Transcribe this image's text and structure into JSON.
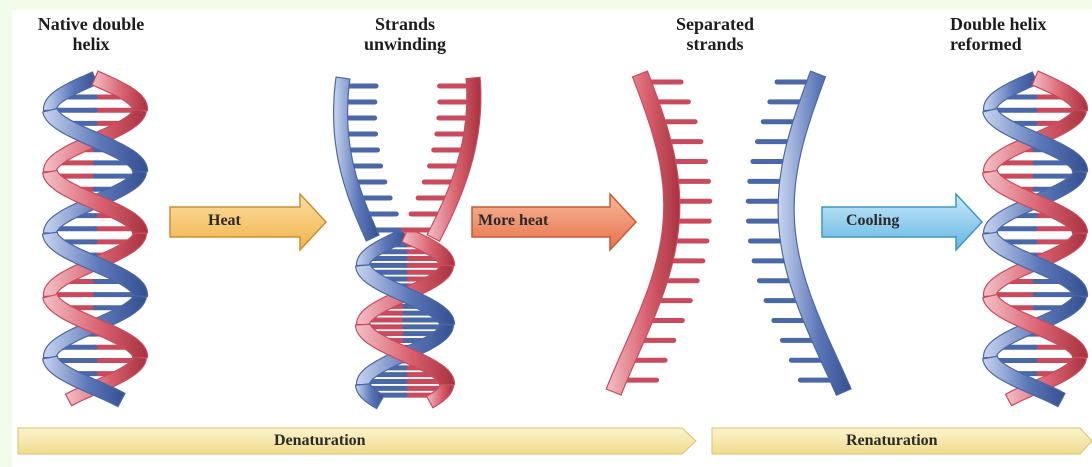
{
  "stages": [
    {
      "id": "native",
      "label": "Native double\nhelix"
    },
    {
      "id": "unwinding",
      "label": "Strands\nunwinding"
    },
    {
      "id": "separated",
      "label": "Separated\nstrands"
    },
    {
      "id": "reformed",
      "label": "Double helix\nreformed"
    }
  ],
  "steps": {
    "heat": "Heat",
    "more_heat": "More heat",
    "cooling": "Cooling"
  },
  "phases": {
    "denaturation": "Denaturation",
    "renaturation": "Renaturation"
  },
  "colors": {
    "strand_red": "#c94a5c",
    "strand_red_light": "#f2b9c0",
    "strand_blue": "#4a67a8",
    "strand_blue_light": "#b9c8e8",
    "heat_arrow": "#f6c56a",
    "more_heat_arrow": "#ef8a5f",
    "cooling_arrow": "#7ec6ea",
    "phase_bar": "#f8ebb0"
  }
}
